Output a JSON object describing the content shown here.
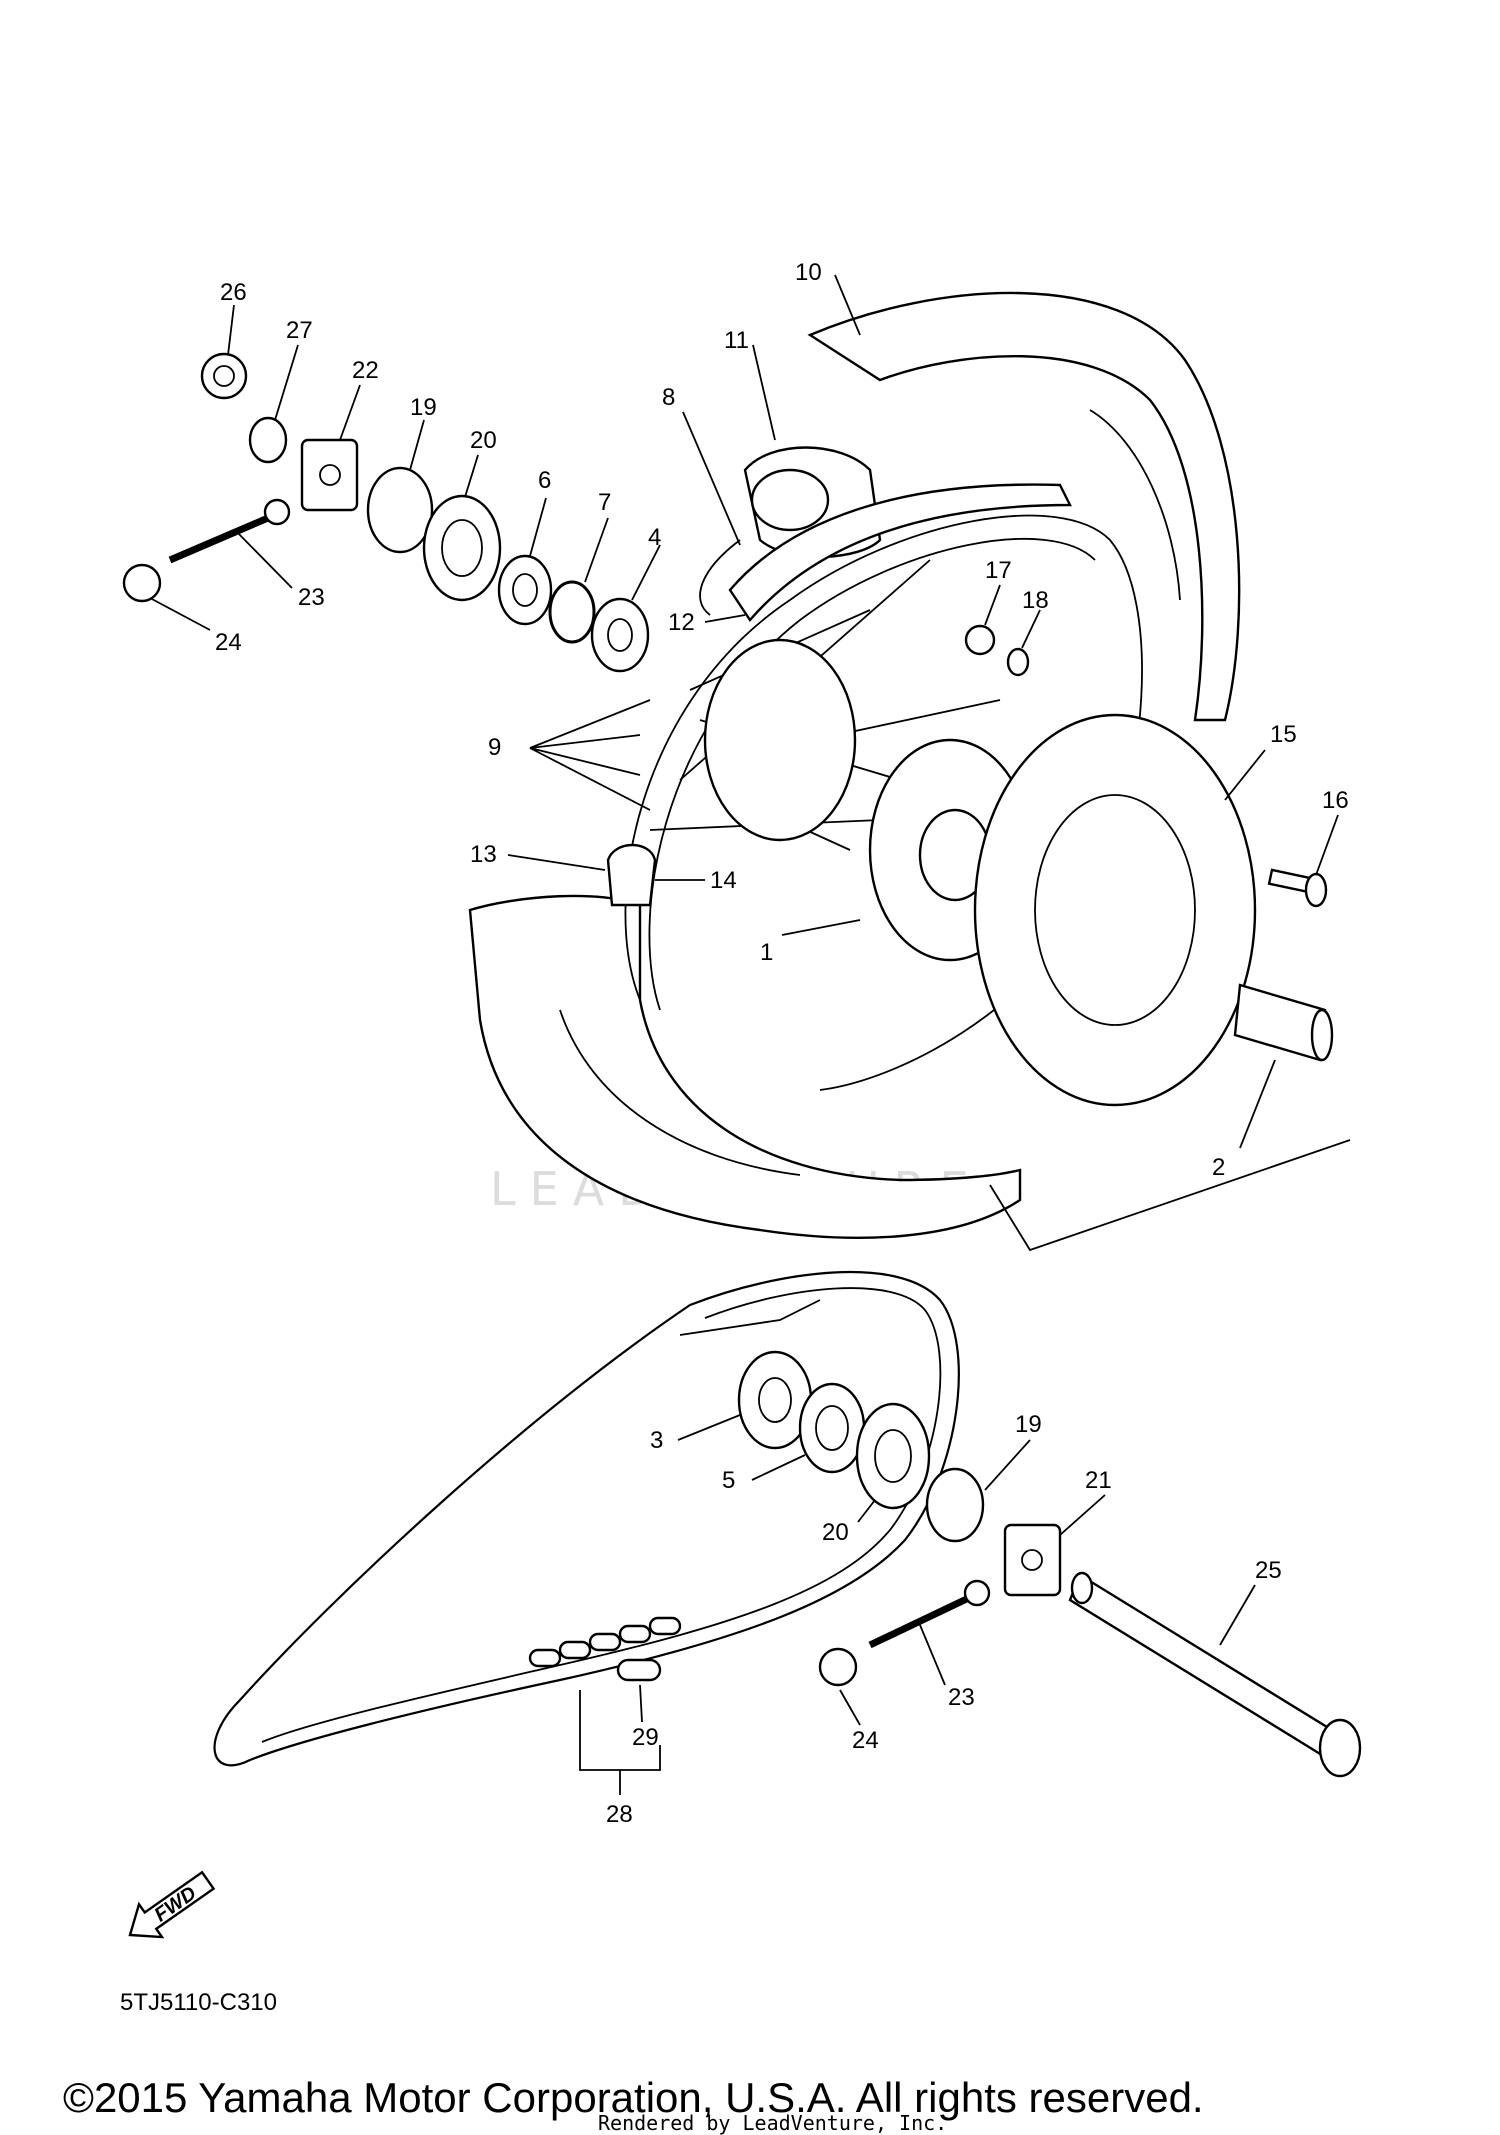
{
  "diagram_code": "5TJ5110-C310",
  "copyright": "©2015 Yamaha Motor Corporation, U.S.A. All rights reserved.",
  "rendered_by": "Rendered by LeadVenture, Inc.",
  "watermark": "LEADVENTURE",
  "fwd_label": "FWD",
  "callouts": {
    "c1": "1",
    "c2": "2",
    "c3": "3",
    "c4": "4",
    "c5": "5",
    "c6": "6",
    "c7": "7",
    "c8": "8",
    "c9": "9",
    "c10": "10",
    "c11": "11",
    "c12": "12",
    "c13": "13",
    "c14": "14",
    "c15": "15",
    "c16": "16",
    "c17": "17",
    "c18": "18",
    "c19a": "19",
    "c19b": "19",
    "c20a": "20",
    "c20b": "20",
    "c21": "21",
    "c22": "22",
    "c23a": "23",
    "c23b": "23",
    "c24a": "24",
    "c24b": "24",
    "c25": "25",
    "c26": "26",
    "c27": "27",
    "c28": "28",
    "c29": "29"
  }
}
